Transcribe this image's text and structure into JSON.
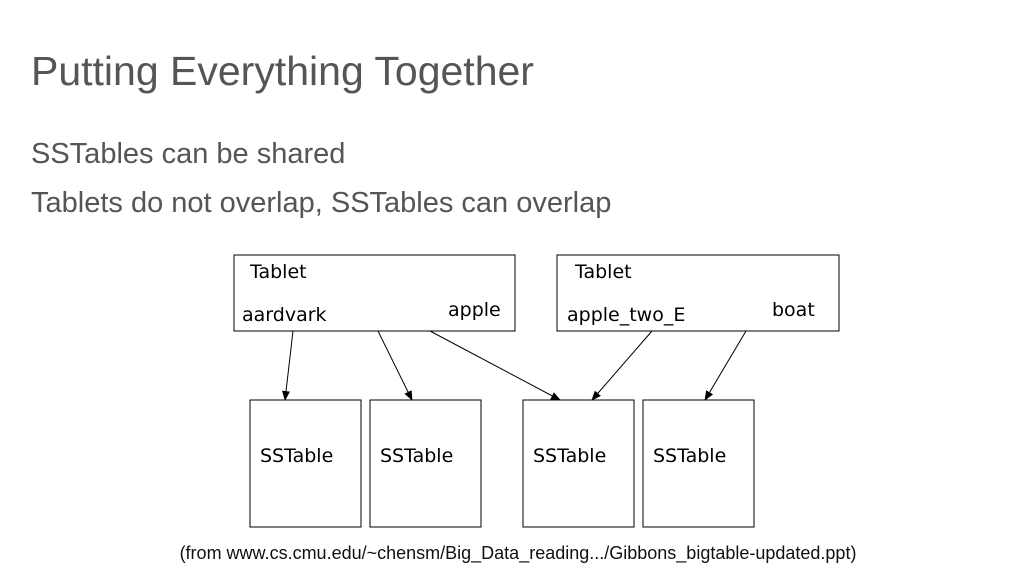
{
  "slide": {
    "title": "Putting Everything Together",
    "bullets": [
      "SSTables can be shared",
      "Tablets do not overlap, SSTables can overlap"
    ],
    "caption": "(from www.cs.cmu.edu/~chensm/Big_Data_reading.../Gibbons_bigtable-updated.ppt)"
  },
  "diagram": {
    "tablets": [
      {
        "label": "Tablet",
        "start_key": "aardvark",
        "end_key": "apple"
      },
      {
        "label": "Tablet",
        "start_key": "apple_two_E",
        "end_key": "boat"
      }
    ],
    "sstables": [
      {
        "label": "SSTable"
      },
      {
        "label": "SSTable"
      },
      {
        "label": "SSTable"
      },
      {
        "label": "SSTable"
      }
    ],
    "edges": [
      {
        "from": "tablet-1",
        "to": "sstable-1"
      },
      {
        "from": "tablet-1",
        "to": "sstable-2"
      },
      {
        "from": "tablet-1",
        "to": "sstable-3"
      },
      {
        "from": "tablet-2",
        "to": "sstable-3"
      },
      {
        "from": "tablet-2",
        "to": "sstable-4"
      }
    ]
  }
}
